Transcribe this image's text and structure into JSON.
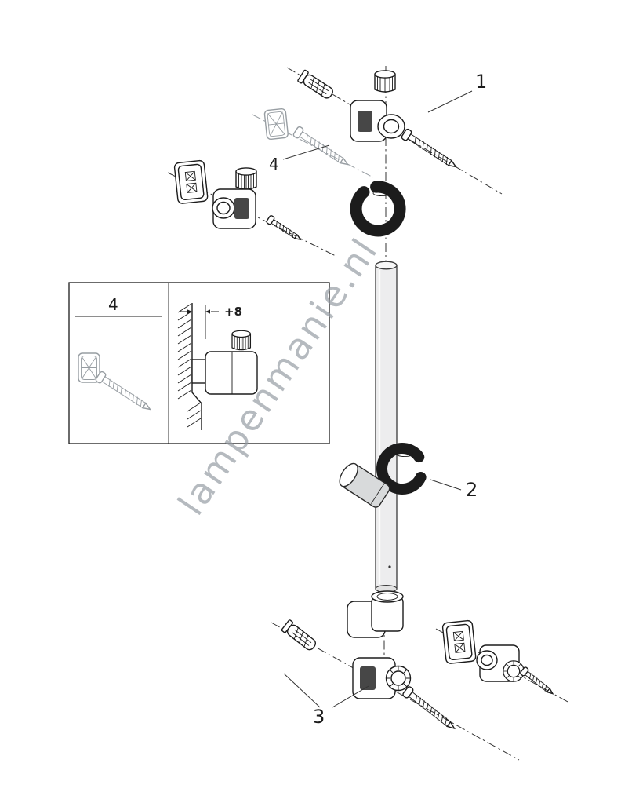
{
  "labels": {
    "part_1": "1",
    "part_2": "2",
    "part_3": "3",
    "part_4": "4",
    "inset_detail": "4",
    "inset_dimension": "+8"
  },
  "watermark": {
    "text": "lampenmanie.nl",
    "color": "#939aa1"
  },
  "colors": {
    "ink": "#1c1c1c",
    "grey_hardware": "#979da2",
    "rail_fill": "#ededee",
    "background": "#ffffff"
  }
}
